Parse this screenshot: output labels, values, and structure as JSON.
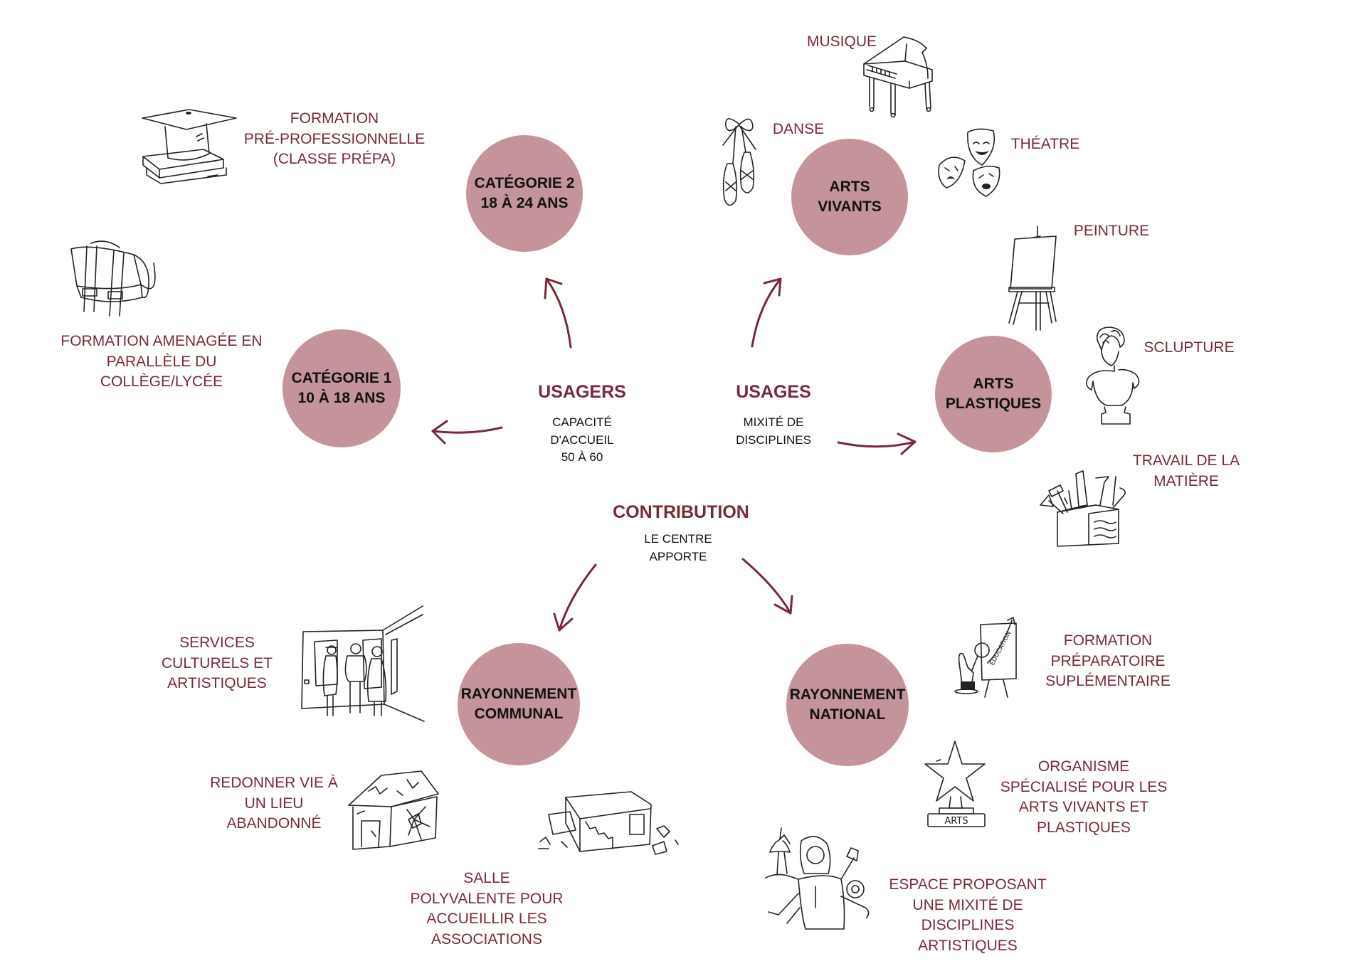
{
  "colors": {
    "circle_fill": "#c4949a",
    "accent_text": "#7b2838",
    "arrow": "#7b2838",
    "body_text": "#111111",
    "background": "#ffffff"
  },
  "hubs": {
    "usagers": {
      "title": "USAGERS",
      "lines": [
        "CAPACITÉ",
        "D'ACCUEIL",
        "50 À 60"
      ]
    },
    "usages": {
      "title": "USAGES",
      "lines": [
        "MIXITÉ DE",
        "DISCIPLINES"
      ]
    },
    "contribution": {
      "title": "CONTRIBUTION",
      "lines": [
        "LE CENTRE",
        "APPORTE"
      ]
    }
  },
  "nodes": {
    "categorie2": {
      "lines": [
        "CATÉGORIE 2",
        "18 À 24 ANS"
      ]
    },
    "categorie1": {
      "lines": [
        "CATÉGORIE 1",
        "10 À 18 ANS"
      ]
    },
    "arts_vivants": {
      "lines": [
        "ARTS",
        "VIVANTS"
      ]
    },
    "arts_plastiques": {
      "lines": [
        "ARTS",
        "PLASTIQUES"
      ]
    },
    "rayonnement_communal": {
      "lines": [
        "RAYONNEMENT",
        "COMMUNAL"
      ]
    },
    "rayonnement_national": {
      "lines": [
        "RAYONNEMENT",
        "NATIONAL"
      ]
    }
  },
  "annotations": {
    "formation_pre_pro": {
      "lines": [
        "FORMATION",
        "PRÉ-PROFESSIONNELLE",
        "(CLASSE PRÉPA)"
      ],
      "icon": "graduation-cap-books-icon"
    },
    "formation_amenagee": {
      "lines": [
        "FORMATION AMENAGÉE EN",
        "PARALLÈLE DU",
        "COLLÈGE/LYCÉE"
      ],
      "icon": "school-satchel-icon"
    },
    "musique": {
      "lines": [
        "MUSIQUE"
      ],
      "icon": "grand-piano-icon"
    },
    "danse": {
      "lines": [
        "DANSE"
      ],
      "icon": "ballet-shoes-icon"
    },
    "theatre": {
      "lines": [
        "THÉATRE"
      ],
      "icon": "theatre-masks-icon"
    },
    "peinture": {
      "lines": [
        "PEINTURE"
      ],
      "icon": "easel-icon"
    },
    "sculpture": {
      "lines": [
        "SCLUPTURE"
      ],
      "icon": "bust-sculpture-icon"
    },
    "travail_matiere": {
      "lines": [
        "TRAVAIL DE LA",
        "MATIÈRE"
      ],
      "icon": "toolbox-icon"
    },
    "services_culturels": {
      "lines": [
        "SERVICES",
        "CULTURELS ET",
        "ARTISTIQUES"
      ],
      "icon": "gallery-visitors-icon"
    },
    "redonner_vie": {
      "lines": [
        "REDONNER VIE À",
        "UN LIEU",
        "ABANDONNÉ"
      ],
      "icon": "broken-house-icon"
    },
    "salle_polyvalente": {
      "lines": [
        "SALLE",
        "POLYVALENTE POUR",
        "ACCUEILLIR LES",
        "ASSOCIATIONS"
      ],
      "icon": "multipurpose-hall-icon"
    },
    "formation_preparatoire": {
      "lines": [
        "FORMATION",
        "PRÉPARATOIRE",
        "SUPLÉMENTAIRE"
      ],
      "icon": "education-chart-icon"
    },
    "organisme_specialise": {
      "lines": [
        "ORGANISME",
        "SPÉCIALISÉ POUR LES",
        "ARTS VIVANTS ET",
        "PLASTIQUES"
      ],
      "icon": "star-trophy-icon",
      "trophy_label": "ARTS"
    },
    "espace_mixite": {
      "lines": [
        "ESPACE PROPOSANT",
        "UNE MIXITÉ DE",
        "DISCIPLINES",
        "ARTISTIQUES"
      ],
      "icon": "multi-arm-artist-icon",
      "chart_label": "ÉDUCATION"
    }
  }
}
